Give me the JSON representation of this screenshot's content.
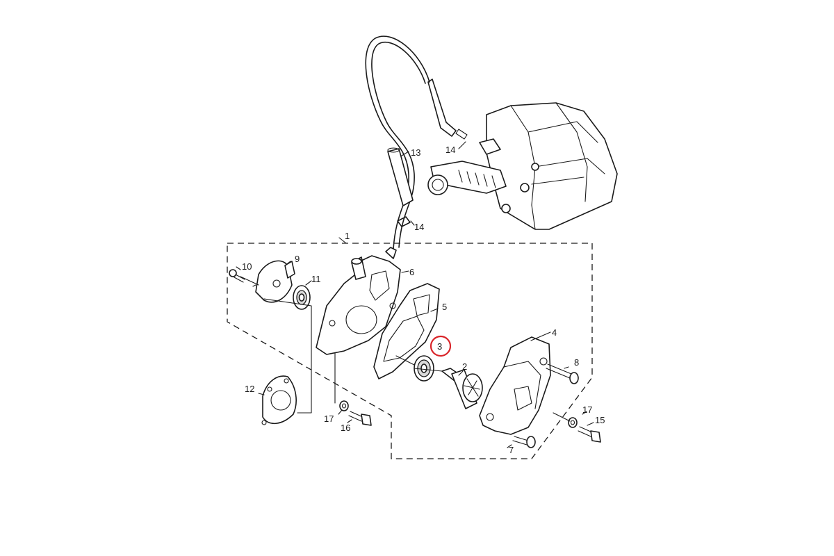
{
  "diagram": {
    "highlight_color": "#d9252a",
    "line_color": "#1a1a1a",
    "highlighted_part": "3",
    "parts": [
      {
        "id": "p1",
        "label": "1"
      },
      {
        "id": "p2",
        "label": "2"
      },
      {
        "id": "p3",
        "label": "3"
      },
      {
        "id": "p4",
        "label": "4"
      },
      {
        "id": "p5",
        "label": "5"
      },
      {
        "id": "p6",
        "label": "6"
      },
      {
        "id": "p7",
        "label": "7"
      },
      {
        "id": "p8",
        "label": "8"
      },
      {
        "id": "p9",
        "label": "9"
      },
      {
        "id": "p10",
        "label": "10"
      },
      {
        "id": "p11",
        "label": "11"
      },
      {
        "id": "p12",
        "label": "12"
      },
      {
        "id": "p13",
        "label": "13"
      },
      {
        "id": "p14a",
        "label": "14"
      },
      {
        "id": "p14b",
        "label": "14"
      },
      {
        "id": "p15",
        "label": "15"
      },
      {
        "id": "p16",
        "label": "16"
      },
      {
        "id": "p17a",
        "label": "17"
      },
      {
        "id": "p17b",
        "label": "17"
      }
    ]
  }
}
